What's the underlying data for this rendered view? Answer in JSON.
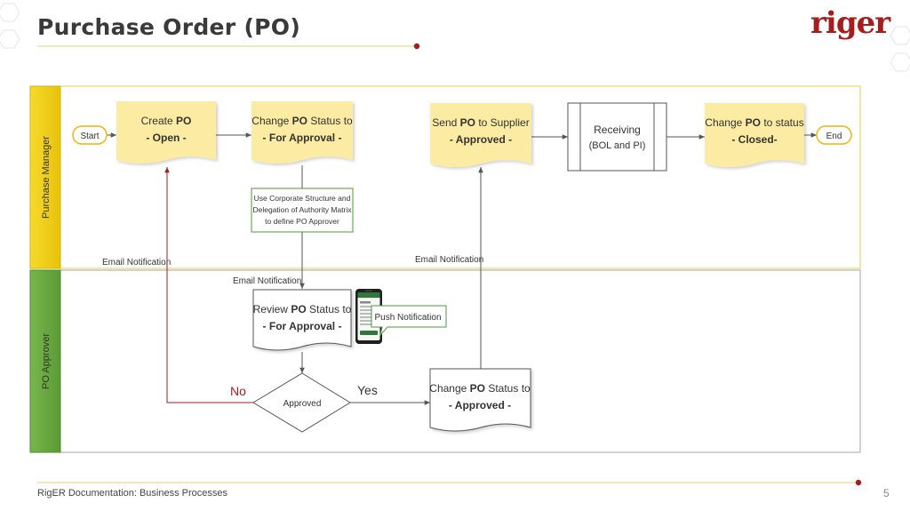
{
  "header": {
    "title": "Purchase Order (PO)",
    "logo_text": "riger"
  },
  "footer": {
    "doc_label": "RigER Documentation: Business Processes",
    "page_number": "5"
  },
  "lanes": {
    "manager": "Purchase Manager",
    "approver": "PO Approver"
  },
  "nodes": {
    "start": "Start",
    "end": "End",
    "create_po": {
      "line1_pre": "Create ",
      "line1_bold": "PO",
      "line2": "- Open -"
    },
    "change_for_approval": {
      "line1_pre": "Change ",
      "line1_bold": "PO",
      "line1_post": " Status to",
      "line2": "- For Approval -"
    },
    "note": {
      "line1": "Use Corporate Structure and",
      "line2": "Delegation of Authority Matrix",
      "line3": "to define PO Approver"
    },
    "send_to_supplier": {
      "line1_pre": "Send ",
      "line1_bold": "PO",
      "line1_post": " to Supplier",
      "line2": "- Approved -"
    },
    "receiving": {
      "line1": "Receiving",
      "line2": "(BOL and PI)"
    },
    "change_closed": {
      "line1_pre": "Change ",
      "line1_bold": "PO",
      "line1_post": "  to status",
      "line2": "- Closed-"
    },
    "review": {
      "line1_pre": "Review ",
      "line1_bold": "PO",
      "line1_post": " Status to",
      "line2": "- For Approval -"
    },
    "push_notification": "Push Notification",
    "decision": "Approved",
    "change_approved": {
      "line1_pre": "Change ",
      "line1_bold": "PO",
      "line1_post": " Status to",
      "line2": "- Approved -"
    }
  },
  "edges": {
    "no": "No",
    "yes": "Yes",
    "email_left": "Email Notification",
    "email_middle": "Email Notification",
    "email_right": "Email Notification"
  },
  "colors": {
    "doc_fill": "#fbeba3",
    "manager_band": "#f3d217",
    "approver_band": "#6aaa42",
    "accent_red": "#a51e1e",
    "note_border": "#4e9a38"
  }
}
